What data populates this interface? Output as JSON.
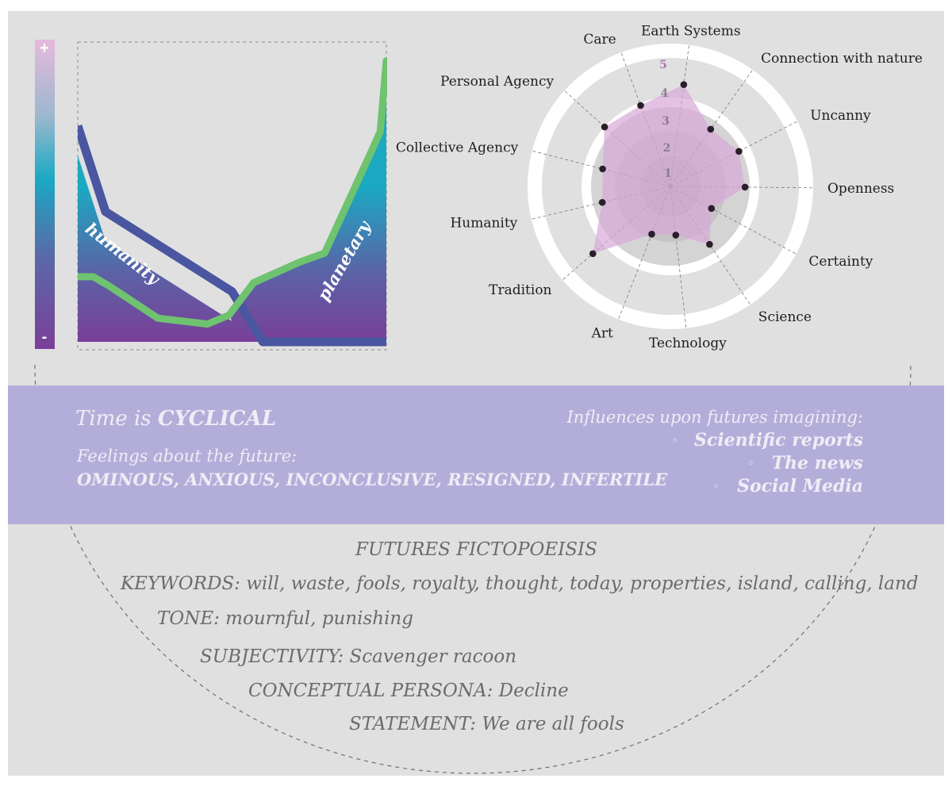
{
  "scale": {
    "plus": "+",
    "minus": "-"
  },
  "chart_data": [
    {
      "type": "area",
      "xlabel": "",
      "ylabel": "",
      "xlim": [
        0,
        100
      ],
      "ylim": [
        0,
        100
      ],
      "scale_top_label": "+",
      "scale_bottom_label": "-",
      "colors": {
        "fill_top": "#1ba9c2",
        "fill_bottom": "#7a3f99",
        "humanity": "#4a56a0",
        "planetary": "#6fc26f"
      },
      "series": [
        {
          "name": "humanity",
          "points": [
            [
              0,
              73
            ],
            [
              9,
              44
            ],
            [
              50,
              17
            ],
            [
              60,
              0
            ],
            [
              100,
              0
            ]
          ]
        },
        {
          "name": "planetary",
          "points": [
            [
              0,
              22
            ],
            [
              5,
              22
            ],
            [
              10,
              19
            ],
            [
              26,
              8
            ],
            [
              42,
              6
            ],
            [
              49,
              9
            ],
            [
              57,
              20
            ],
            [
              72,
              27
            ],
            [
              80,
              30
            ],
            [
              95,
              64
            ],
            [
              98,
              71
            ],
            [
              100,
              95
            ]
          ]
        }
      ]
    },
    {
      "type": "radar",
      "rings": [
        "1",
        "2",
        "3",
        "4",
        "5"
      ],
      "max": 5,
      "colors": {
        "fill": "#d9a8d9",
        "point": "#2a1e2a",
        "ring_text": "#8c7d8c",
        "ring_text_max": "#a77ba7"
      },
      "axes": [
        "Earth Systems",
        "Connection with nature",
        "Uncanny",
        "Openness",
        "Certainty",
        "Science",
        "Technology",
        "Art",
        "Tradition",
        "Humanity",
        "Collective Agency",
        "Personal Agency",
        "Care"
      ],
      "values": [
        4.4,
        3.0,
        3.3,
        3.2,
        2.0,
        3.0,
        2.1,
        2.2,
        4.4,
        3.0,
        3.0,
        3.8,
        3.7
      ]
    }
  ],
  "band": {
    "time_prefix": "Time is ",
    "time_value": "CYCLICAL",
    "feelings_label": "Feelings about the future:",
    "feelings_values": "OMINOUS, ANXIOUS, INCONCLUSIVE, RESIGNED, INFERTILE",
    "influences_title": "Influences upon futures imagining:",
    "influences": [
      "Scientific reports",
      "The news",
      "Social Media"
    ],
    "bullet": "◦"
  },
  "fictopoeisis": {
    "title": "FUTURES FICTOPOEISIS",
    "keywords": "KEYWORDS: will, waste, fools, royalty, thought, today, properties, island, calling, land",
    "tone": "TONE: mournful, punishing",
    "subjectivity": "SUBJECTIVITY: Scavenger racoon",
    "persona": "CONCEPTUAL PERSONA: Decline",
    "statement": "STATEMENT: We are all fools"
  }
}
